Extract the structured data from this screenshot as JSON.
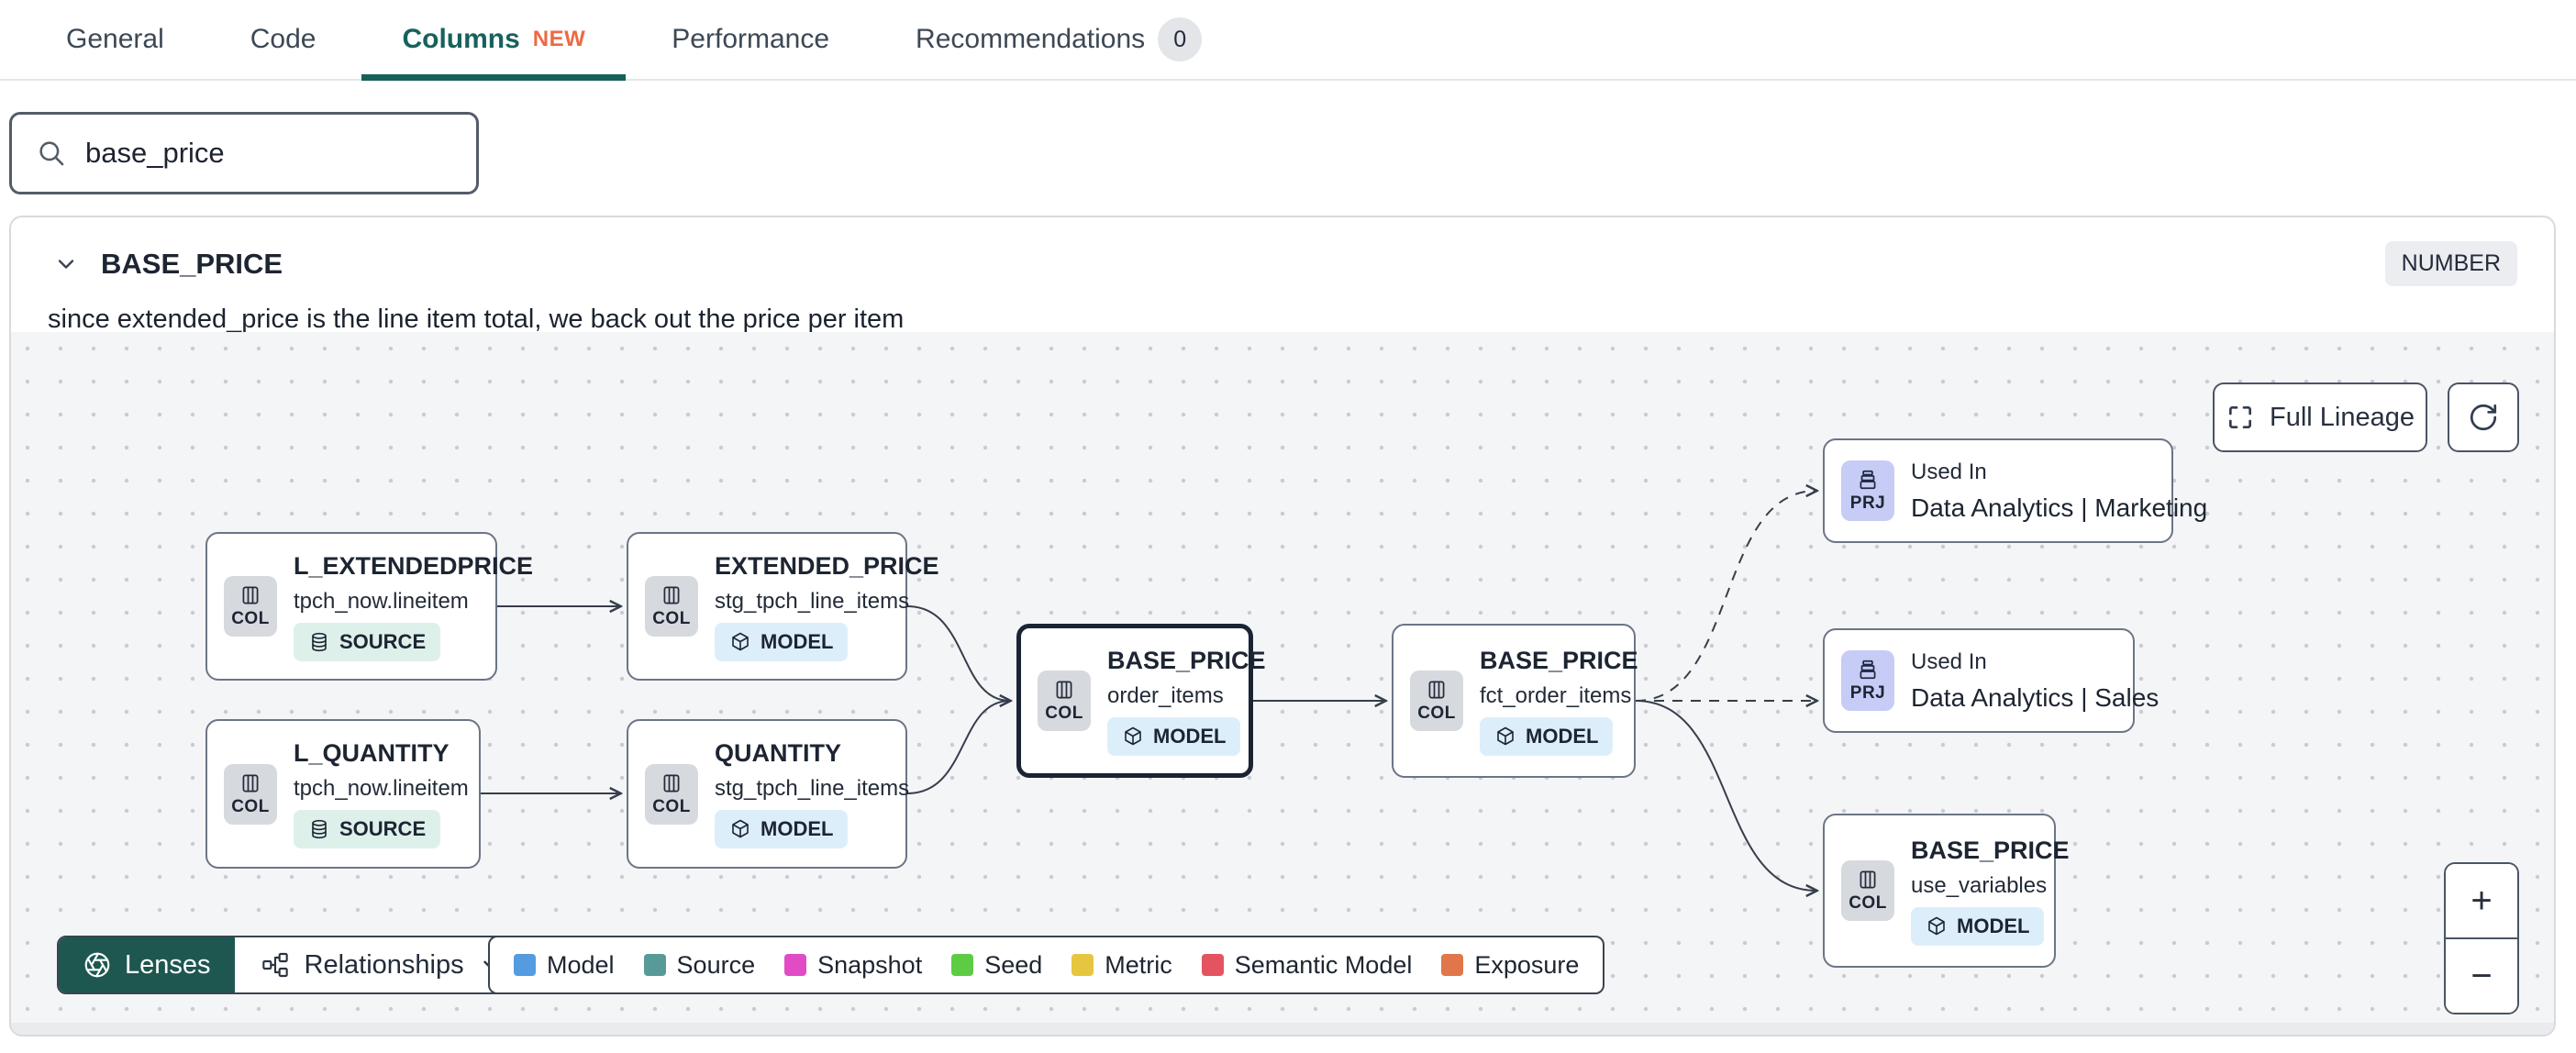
{
  "tabs": {
    "general": "General",
    "code": "Code",
    "columns": "Columns",
    "columns_badge": "NEW",
    "performance": "Performance",
    "recommendations": "Recommendations",
    "recommendations_count": "0"
  },
  "search": {
    "value": "base_price"
  },
  "column_panel": {
    "name": "BASE_PRICE",
    "type_badge": "NUMBER",
    "description": "since extended_price is the line item total, we back out the price per item"
  },
  "lineage": {
    "toolbar": {
      "full_lineage": "Full Lineage"
    },
    "zoom": {
      "in": "+",
      "out": "−"
    },
    "lenses_label": "Lenses",
    "relationships_label": "Relationships",
    "nodes": [
      {
        "kind": "COL",
        "title": "L_EXTENDEDPRICE",
        "subtitle": "tpch_now.lineitem",
        "badge": "SOURCE"
      },
      {
        "kind": "COL",
        "title": "EXTENDED_PRICE",
        "subtitle": "stg_tpch_line_items",
        "badge": "MODEL"
      },
      {
        "kind": "COL",
        "title": "L_QUANTITY",
        "subtitle": "tpch_now.lineitem",
        "badge": "SOURCE"
      },
      {
        "kind": "COL",
        "title": "QUANTITY",
        "subtitle": "stg_tpch_line_items",
        "badge": "MODEL"
      },
      {
        "kind": "COL",
        "title": "BASE_PRICE",
        "subtitle": "order_items",
        "badge": "MODEL",
        "selected": true
      },
      {
        "kind": "COL",
        "title": "BASE_PRICE",
        "subtitle": "fct_order_items",
        "badge": "MODEL"
      },
      {
        "kind": "PRJ",
        "used_in": "Used In",
        "title": "Data Analytics | Marketing"
      },
      {
        "kind": "PRJ",
        "used_in": "Used In",
        "title": "Data Analytics | Sales"
      },
      {
        "kind": "COL",
        "title": "BASE_PRICE",
        "subtitle": "use_variables",
        "badge": "MODEL"
      }
    ],
    "legend": [
      {
        "label": "Model",
        "color": "#549be0"
      },
      {
        "label": "Source",
        "color": "#579a98"
      },
      {
        "label": "Snapshot",
        "color": "#e14cc6"
      },
      {
        "label": "Seed",
        "color": "#5ecb44"
      },
      {
        "label": "Metric",
        "color": "#e7c63f"
      },
      {
        "label": "Semantic Model",
        "color": "#e45460"
      },
      {
        "label": "Exposure",
        "color": "#e0764a"
      }
    ]
  },
  "colors": {
    "accent_teal": "#17615b",
    "new_badge": "#ed6a43",
    "lenses_bg": "#1d5750",
    "model_badge_bg": "#ddeefb",
    "source_badge_bg": "#def0ea",
    "prj_badge_bg": "#c6ccf6",
    "selected_border": "#1b2434"
  }
}
